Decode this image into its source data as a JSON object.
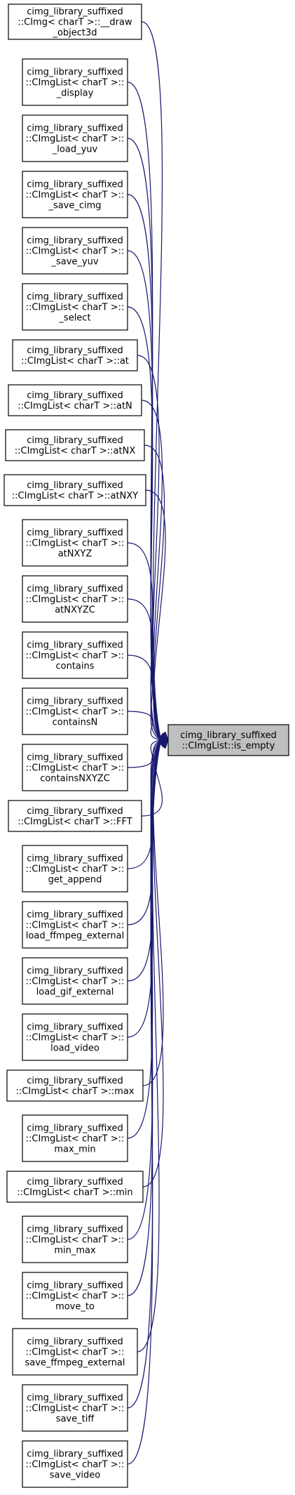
{
  "target": {
    "lines": [
      "cimg_library_suffixed",
      "::CImgList::is_empty"
    ]
  },
  "callers": [
    {
      "lines": [
        "cimg_library_suffixed",
        "::CImg< charT >::__draw",
        "_object3d"
      ]
    },
    {
      "lines": [
        "cimg_library_suffixed",
        "::CImgList< charT >::",
        "_display"
      ]
    },
    {
      "lines": [
        "cimg_library_suffixed",
        "::CImgList< charT >::",
        "_load_yuv"
      ]
    },
    {
      "lines": [
        "cimg_library_suffixed",
        "::CImgList< charT >::",
        "_save_cimg"
      ]
    },
    {
      "lines": [
        "cimg_library_suffixed",
        "::CImgList< charT >::",
        "_save_yuv"
      ]
    },
    {
      "lines": [
        "cimg_library_suffixed",
        "::CImgList< charT >::",
        "_select"
      ]
    },
    {
      "lines": [
        "cimg_library_suffixed",
        "::CImgList< charT >::at"
      ]
    },
    {
      "lines": [
        "cimg_library_suffixed",
        "::CImgList< charT >::atN"
      ]
    },
    {
      "lines": [
        "cimg_library_suffixed",
        "::CImgList< charT >::atNX"
      ]
    },
    {
      "lines": [
        "cimg_library_suffixed",
        "::CImgList< charT >::atNXY"
      ]
    },
    {
      "lines": [
        "cimg_library_suffixed",
        "::CImgList< charT >::",
        "atNXYZ"
      ]
    },
    {
      "lines": [
        "cimg_library_suffixed",
        "::CImgList< charT >::",
        "atNXYZC"
      ]
    },
    {
      "lines": [
        "cimg_library_suffixed",
        "::CImgList< charT >::",
        "contains"
      ]
    },
    {
      "lines": [
        "cimg_library_suffixed",
        "::CImgList< charT >::",
        "containsN"
      ]
    },
    {
      "lines": [
        "cimg_library_suffixed",
        "::CImgList< charT >::",
        "containsNXYZC"
      ]
    },
    {
      "lines": [
        "cimg_library_suffixed",
        "::CImgList< charT >::FFT"
      ]
    },
    {
      "lines": [
        "cimg_library_suffixed",
        "::CImgList< charT >::",
        "get_append"
      ]
    },
    {
      "lines": [
        "cimg_library_suffixed",
        "::CImgList< charT >::",
        "load_ffmpeg_external"
      ]
    },
    {
      "lines": [
        "cimg_library_suffixed",
        "::CImgList< charT >::",
        "load_gif_external"
      ]
    },
    {
      "lines": [
        "cimg_library_suffixed",
        "::CImgList< charT >::",
        "load_video"
      ]
    },
    {
      "lines": [
        "cimg_library_suffixed",
        "::CImgList< charT >::max"
      ]
    },
    {
      "lines": [
        "cimg_library_suffixed",
        "::CImgList< charT >::",
        "max_min"
      ]
    },
    {
      "lines": [
        "cimg_library_suffixed",
        "::CImgList< charT >::min"
      ]
    },
    {
      "lines": [
        "cimg_library_suffixed",
        "::CImgList< charT >::",
        "min_max"
      ]
    },
    {
      "lines": [
        "cimg_library_suffixed",
        "::CImgList< charT >::",
        "move_to"
      ]
    },
    {
      "lines": [
        "cimg_library_suffixed",
        "::CImgList< charT >::",
        "save_ffmpeg_external"
      ]
    },
    {
      "lines": [
        "cimg_library_suffixed",
        "::CImgList< charT >::",
        "save_tiff"
      ]
    },
    {
      "lines": [
        "cimg_library_suffixed",
        "::CImgList< charT >::",
        "save_video"
      ]
    }
  ],
  "colors": {
    "edge": "#191970",
    "target_fill": "#bfbfbf",
    "node_fill": "#ffffff",
    "node_stroke": "#000000"
  }
}
